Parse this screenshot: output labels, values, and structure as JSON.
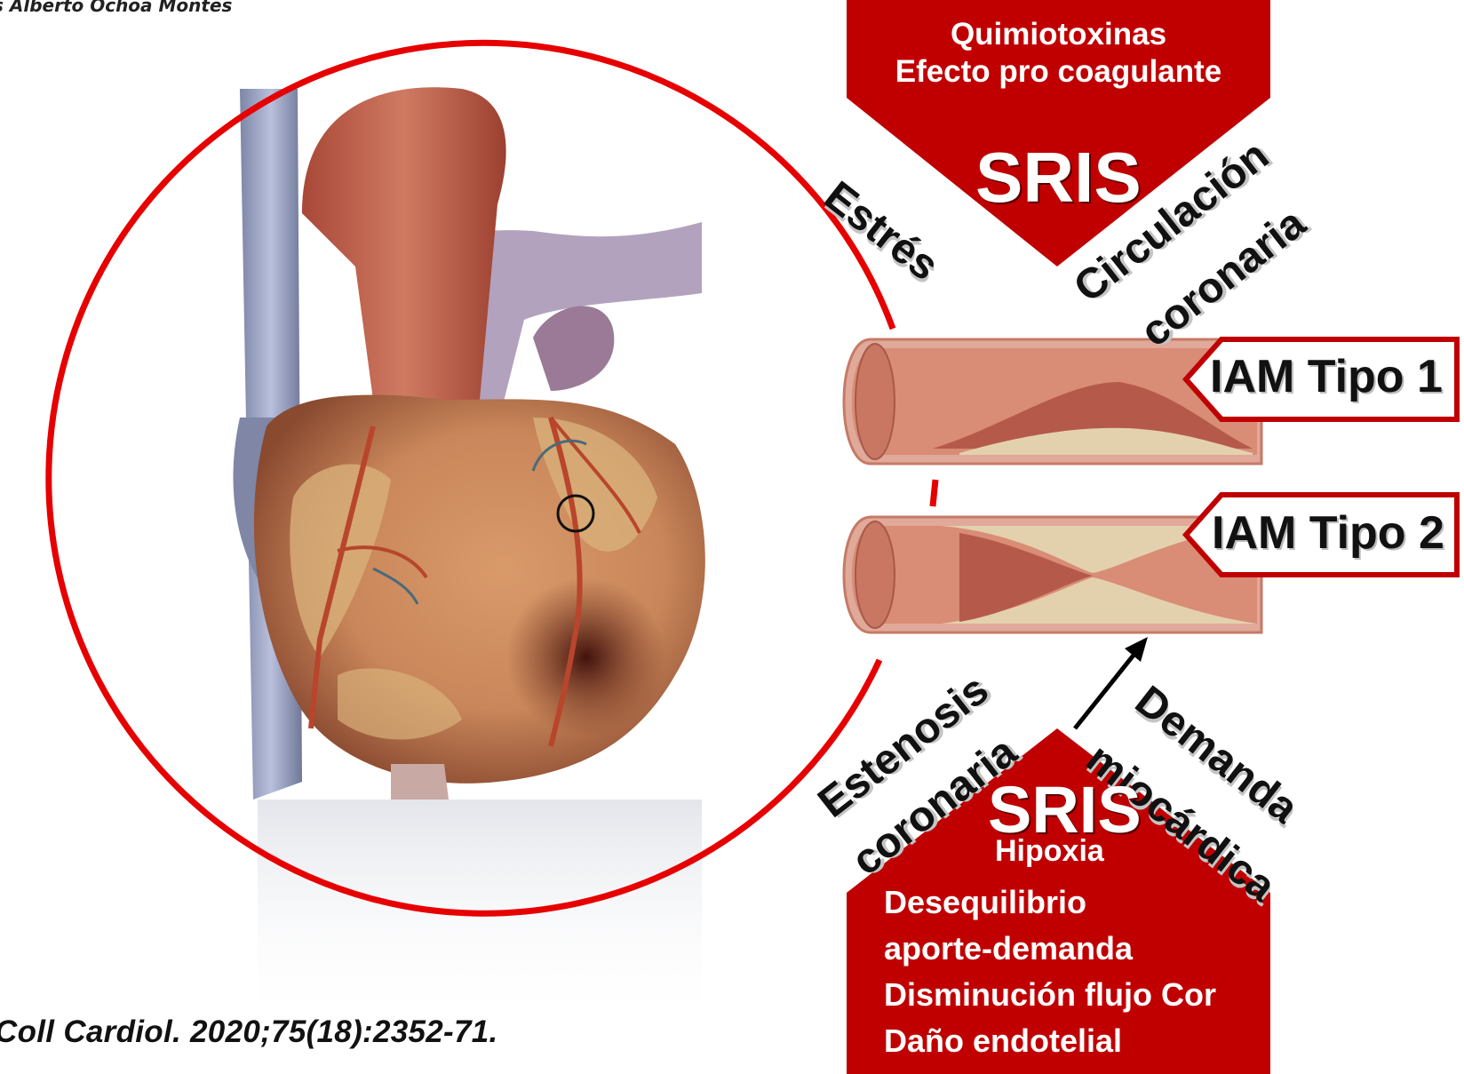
{
  "author": "s Alberto Ochoa Montes",
  "citation": "Coll Cardiol. 2020;75(18):2352-71.",
  "top_box": {
    "lines": [
      "Quimiotoxinas",
      "Efecto pro coagulante"
    ],
    "title": "SRIS",
    "left_label": "Estrés",
    "right_label_1": "Circulación",
    "right_label_2": "coronaria"
  },
  "tags": {
    "tipo1": "IAM Tipo 1",
    "tipo2": "IAM Tipo 2"
  },
  "bottom_box": {
    "title": "SRIS",
    "lines": [
      "Hipoxia",
      "Desequilibrio",
      "aporte-demanda",
      "Disminución flujo Cor",
      "Daño endotelial"
    ],
    "left_label_1": "Estenosis",
    "left_label_2": "coronaria",
    "right_label_1": "Demanda",
    "right_label_2": "miocárdica"
  },
  "colors": {
    "accent_red": "#c00000",
    "circle_red": "#e60000",
    "text_dark": "#111111"
  }
}
